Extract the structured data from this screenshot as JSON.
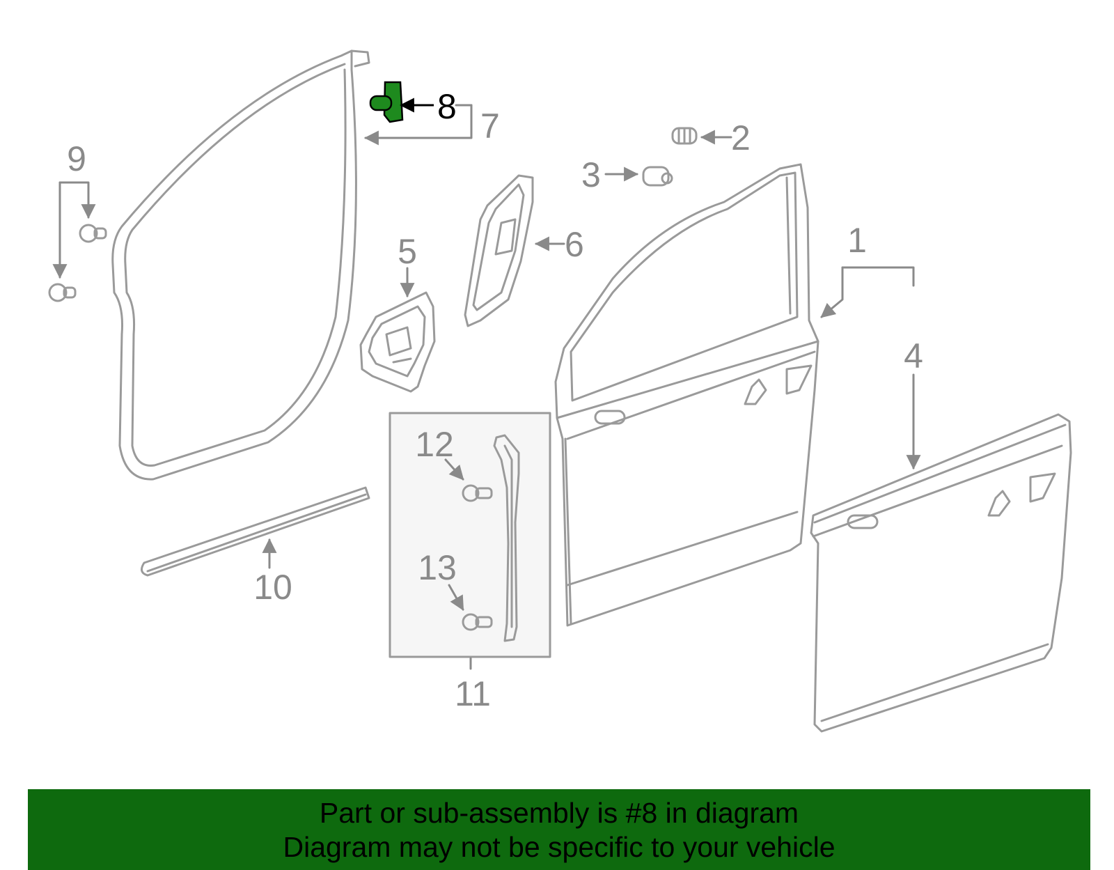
{
  "callouts": {
    "c1": "1",
    "c2": "2",
    "c3": "3",
    "c4": "4",
    "c5": "5",
    "c6": "6",
    "c7": "7",
    "c8": "8",
    "c9": "9",
    "c10": "10",
    "c11": "11",
    "c12": "12",
    "c13": "13"
  },
  "highlighted_part": "8",
  "colors": {
    "part_outline": "#9a9a9a",
    "highlight": "#1e8a1e",
    "banner": "#0e6a0e"
  },
  "banner": {
    "line1": "Part or sub-assembly is #8 in diagram",
    "line2": "Diagram may not be specific to your vehicle"
  }
}
